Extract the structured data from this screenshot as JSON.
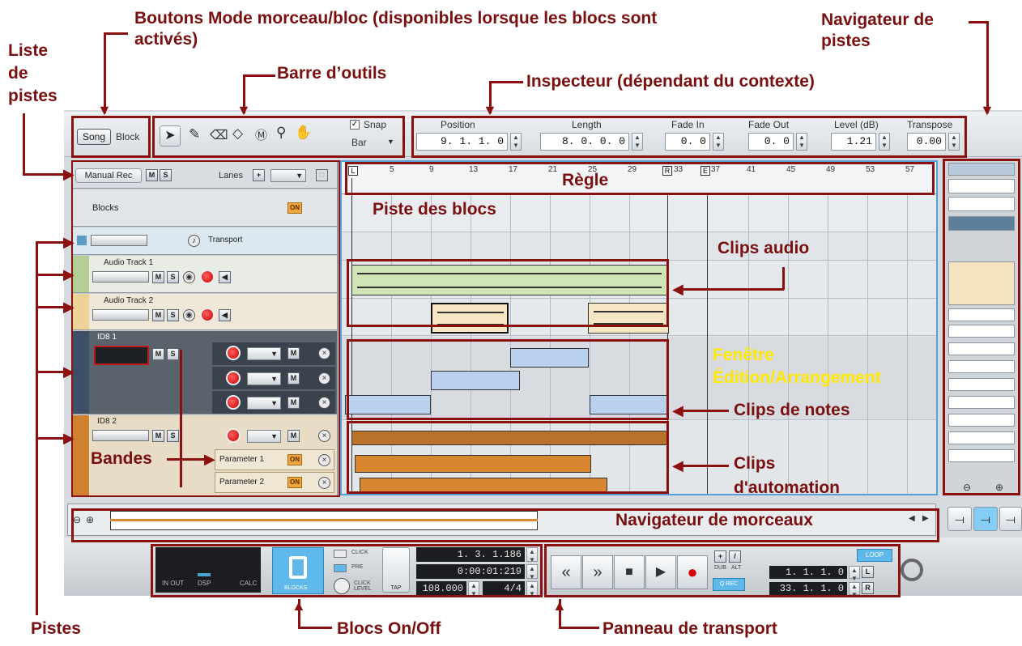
{
  "annotations": {
    "song_block_modes": "Boutons Mode morceau/bloc (disponibles lorsque les blocs sont",
    "song_block_modes_2": "activés)",
    "track_navigator": "Navigateur de",
    "track_navigator_2": "pistes",
    "track_list": "Liste",
    "track_list_2": "de",
    "track_list_3": "pistes",
    "toolbar": "Barre d’outils",
    "inspector": "Inspecteur (dépendant du contexte)",
    "ruler": "Règle",
    "block_track": "Piste des blocs",
    "audio_clips": "Clips audio",
    "edit_window": "Fenêtre",
    "edit_window_2": "Édition/Arrangement",
    "note_clips": "Clips de notes",
    "lanes": "Bandes",
    "automation_clips": "Clips",
    "automation_clips_2": "d'automation",
    "song_navigator": "Navigateur de morceaux",
    "tracks": "Pistes",
    "blocks_onoff": "Blocs On/Off",
    "transport_panel": "Panneau de transport"
  },
  "mode_buttons": {
    "song": "Song",
    "block": "Block"
  },
  "toolbar": {
    "snap": "Snap",
    "snap_value": "Bar"
  },
  "inspector": {
    "position_label": "Position",
    "position_value": "9. 1. 1.   0",
    "length_label": "Length",
    "length_value": "8. 0. 0.   0",
    "fadein_label": "Fade In",
    "fadein_value": "0.   0",
    "fadeout_label": "Fade Out",
    "fadeout_value": "0.   0",
    "level_label": "Level (dB)",
    "level_value": "1.21",
    "transpose_label": "Transpose",
    "transpose_value": "0.00"
  },
  "tracklist": {
    "manual_rec": "Manual Rec",
    "lanes": "Lanes",
    "blocks": "Blocks",
    "on": "ON",
    "transport": "Transport",
    "audio1": "Audio Track 1",
    "audio2": "Audio Track 2",
    "id8_1": "ID8 1",
    "id8_2": "ID8 2",
    "param1": "Parameter 1",
    "param2": "Parameter 2",
    "m": "M",
    "s": "S"
  },
  "ruler": {
    "L": "L",
    "R": "R",
    "E": "E",
    "ticks": [
      "5",
      "9",
      "13",
      "17",
      "21",
      "25",
      "29",
      "33",
      "37",
      "41",
      "45",
      "49",
      "53",
      "57"
    ]
  },
  "transport": {
    "in_out": "IN  OUT",
    "dsp": "DSP",
    "calc": "CALC",
    "blocks": "BLOCKS",
    "click": "CLICK",
    "pre": "PRE",
    "click_level": "CLICK LEVEL",
    "tap": "TAP",
    "bar_pos": "1. 3. 1.186",
    "time_pos": "0:00:01:219",
    "tempo": "108.000",
    "signature": "4/4",
    "dub": "DUB",
    "alt": "ALT",
    "q_rec": "Q REC",
    "loop": "LOOP",
    "left_loc": "1.  1.  1.   0",
    "right_loc": "33.  1.  1.   0",
    "L": "L",
    "R": "R"
  },
  "colors": {
    "annotation": "#7a0f0f",
    "edit_window_label": "#ffe800",
    "audio_clip": "#cfe5b5",
    "audio_clip2": "#f7e6c4",
    "note_clip": "#b9d1ec",
    "automation_clip": "#d8862f",
    "record": "#d40000",
    "blocks_button": "#5fb8ea"
  }
}
